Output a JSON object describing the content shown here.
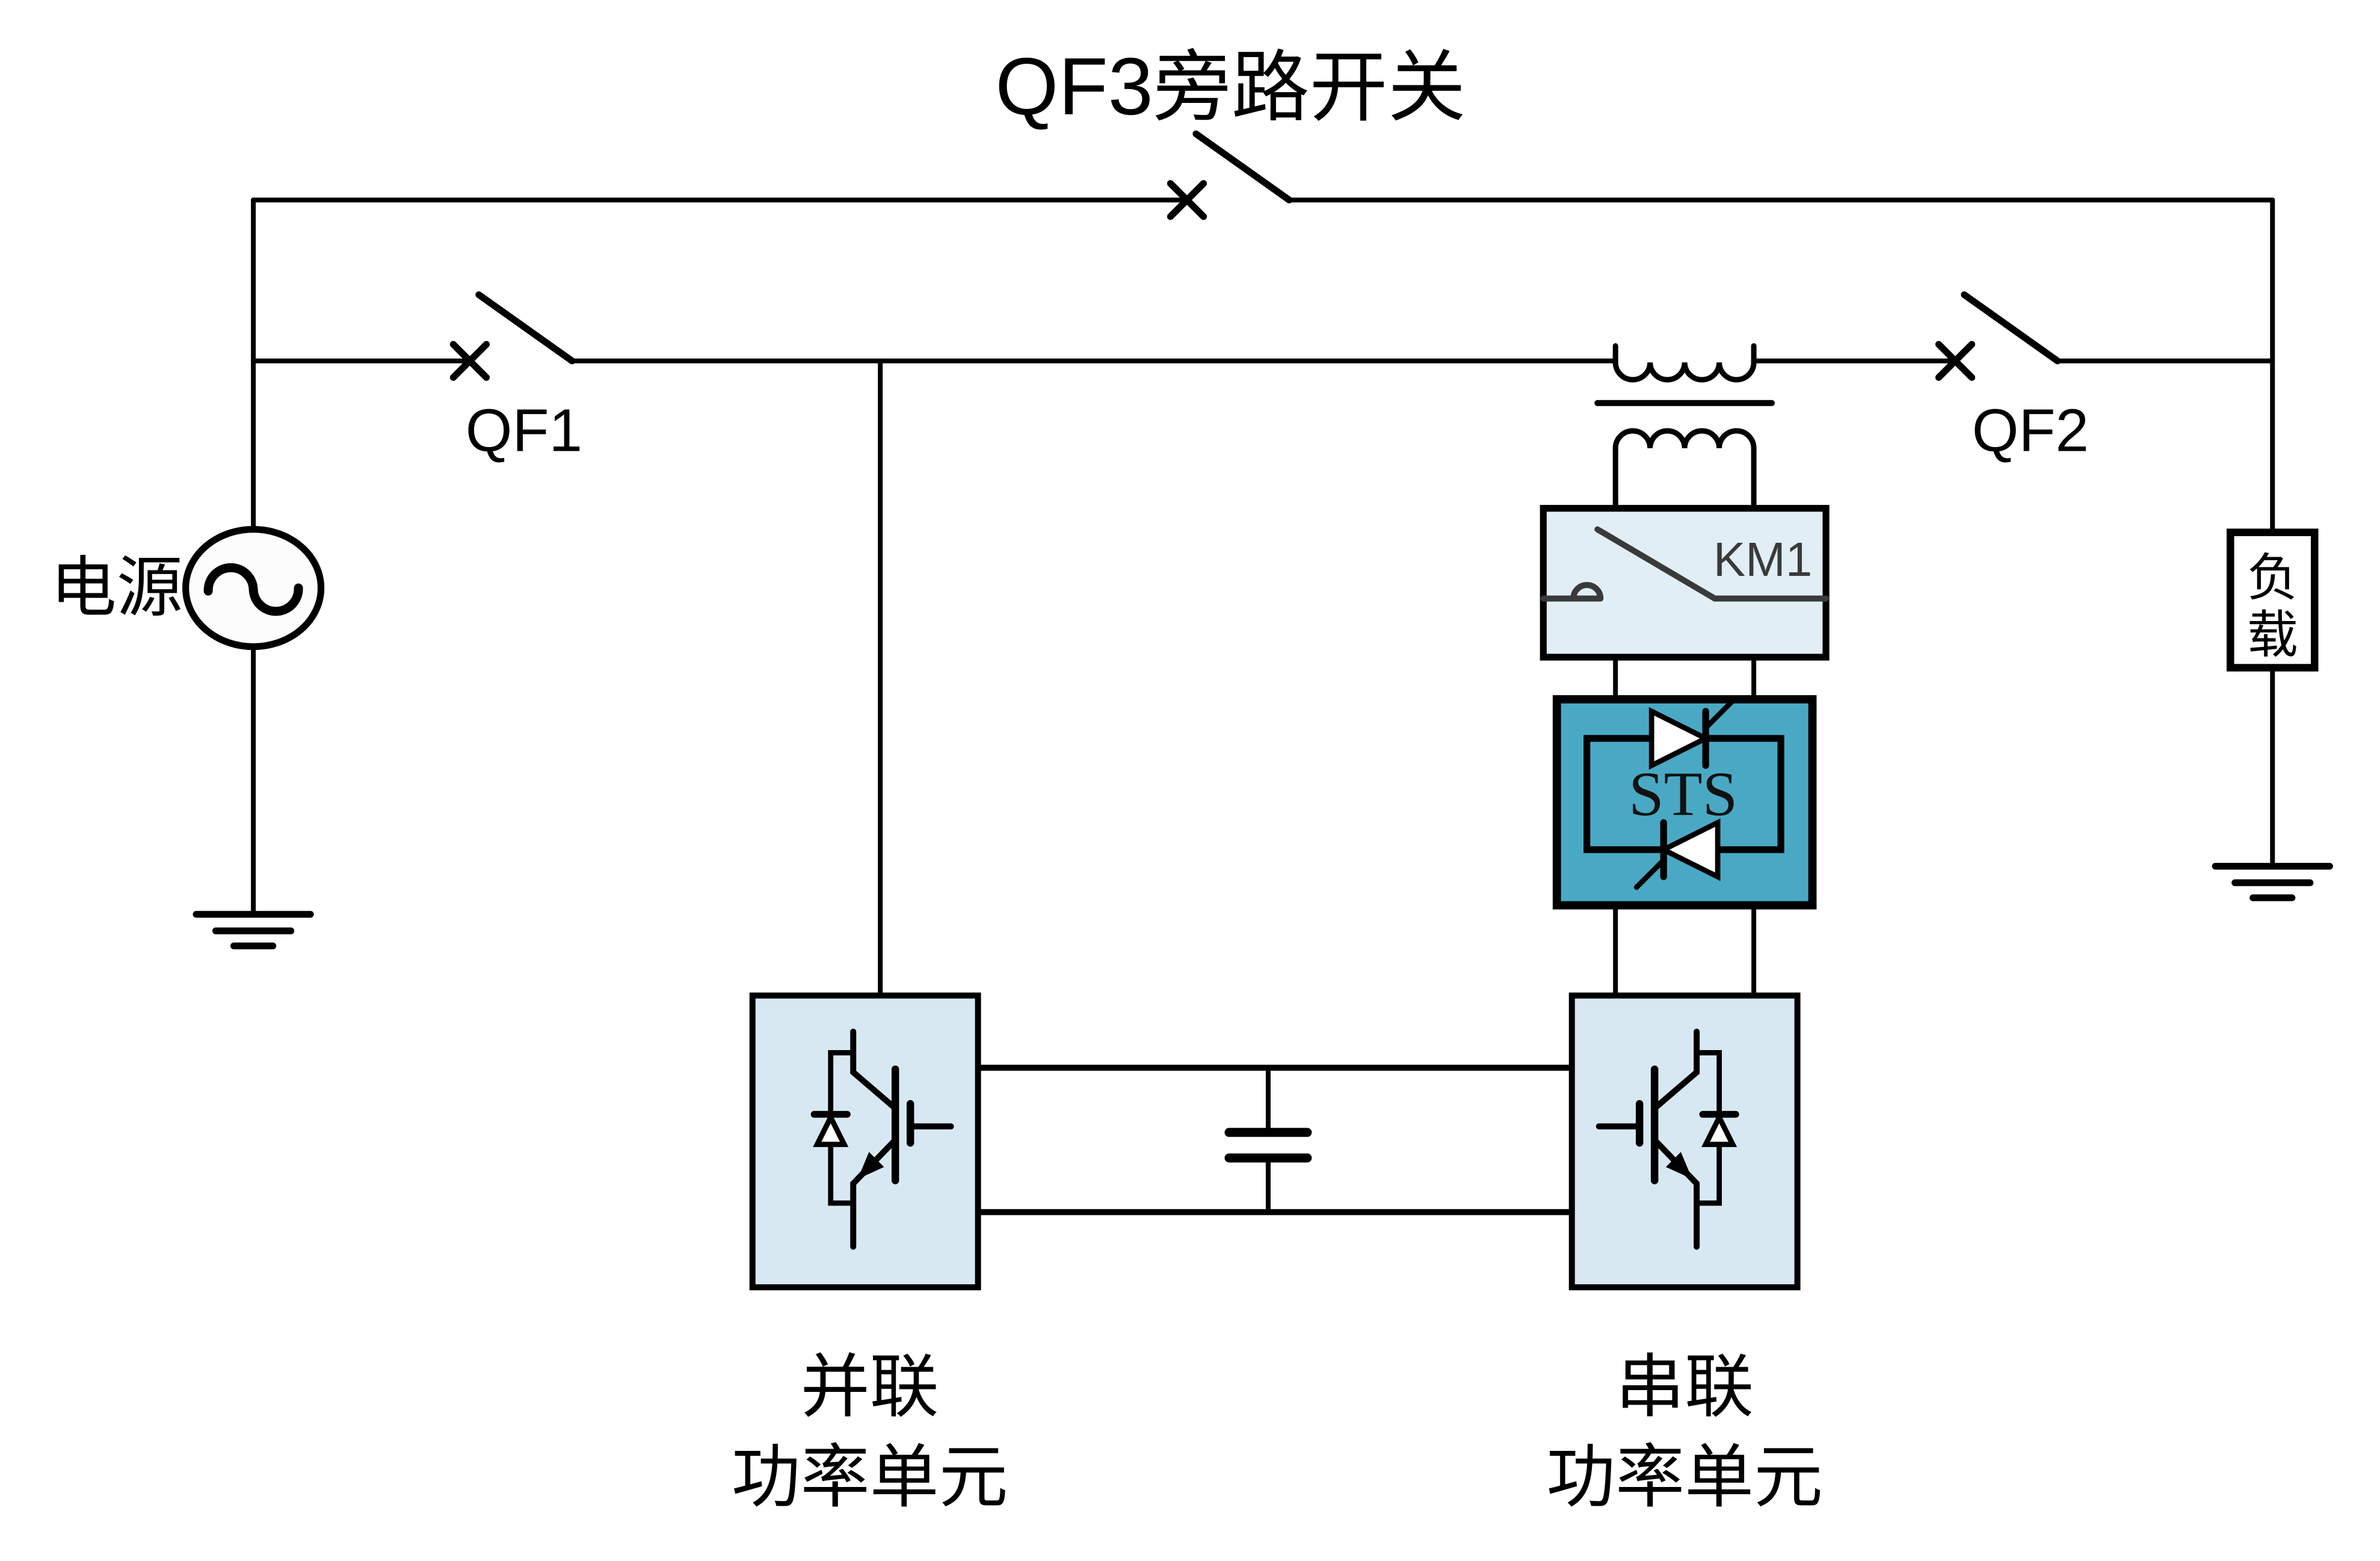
{
  "title": {
    "prefix": "QF3",
    "suffix": "旁路开关"
  },
  "labels": {
    "source": "电源",
    "qf1": "QF1",
    "qf2": "QF2",
    "km1": "KM1",
    "sts": "STS",
    "load_char1": "负",
    "load_char2": "载",
    "parallel_unit_line1": "并联",
    "parallel_unit_line2": "功率单元",
    "series_unit_line1": "串联",
    "series_unit_line2": "功率单元"
  },
  "colors": {
    "wire": "#000000",
    "background": "#ffffff",
    "power_unit_fill": "#d8e8f2",
    "km1_fill": "#e1eef5",
    "km1_ink": "#3a3a3a",
    "sts_fill": "#49a9c4",
    "symbol_fill": "#ffffff"
  }
}
